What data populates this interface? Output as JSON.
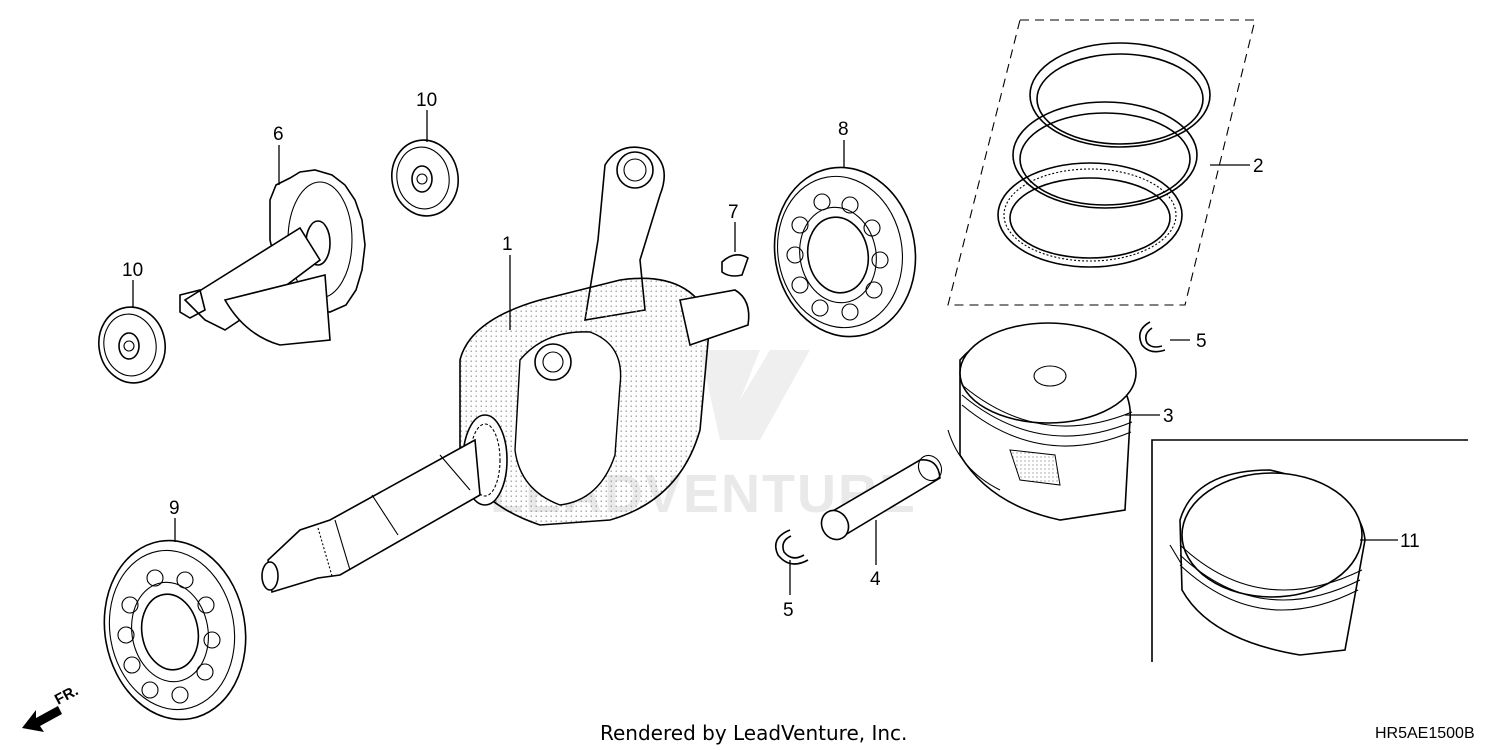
{
  "labels": {
    "p1": "1",
    "p2": "2",
    "p3": "3",
    "p4": "4",
    "p5a": "5",
    "p5b": "5",
    "p6": "6",
    "p7": "7",
    "p8": "8",
    "p9": "9",
    "p10a": "10",
    "p10b": "10",
    "p11": "11"
  },
  "footer": {
    "rendered_by": "Rendered by LeadVenture, Inc.",
    "diagram_code": "HR5AE1500B"
  },
  "direction": {
    "label": "FR."
  },
  "watermark": {
    "text": "LEADVENTURE"
  },
  "colors": {
    "line": "#000000",
    "background": "#ffffff",
    "stipple": "#888888"
  }
}
